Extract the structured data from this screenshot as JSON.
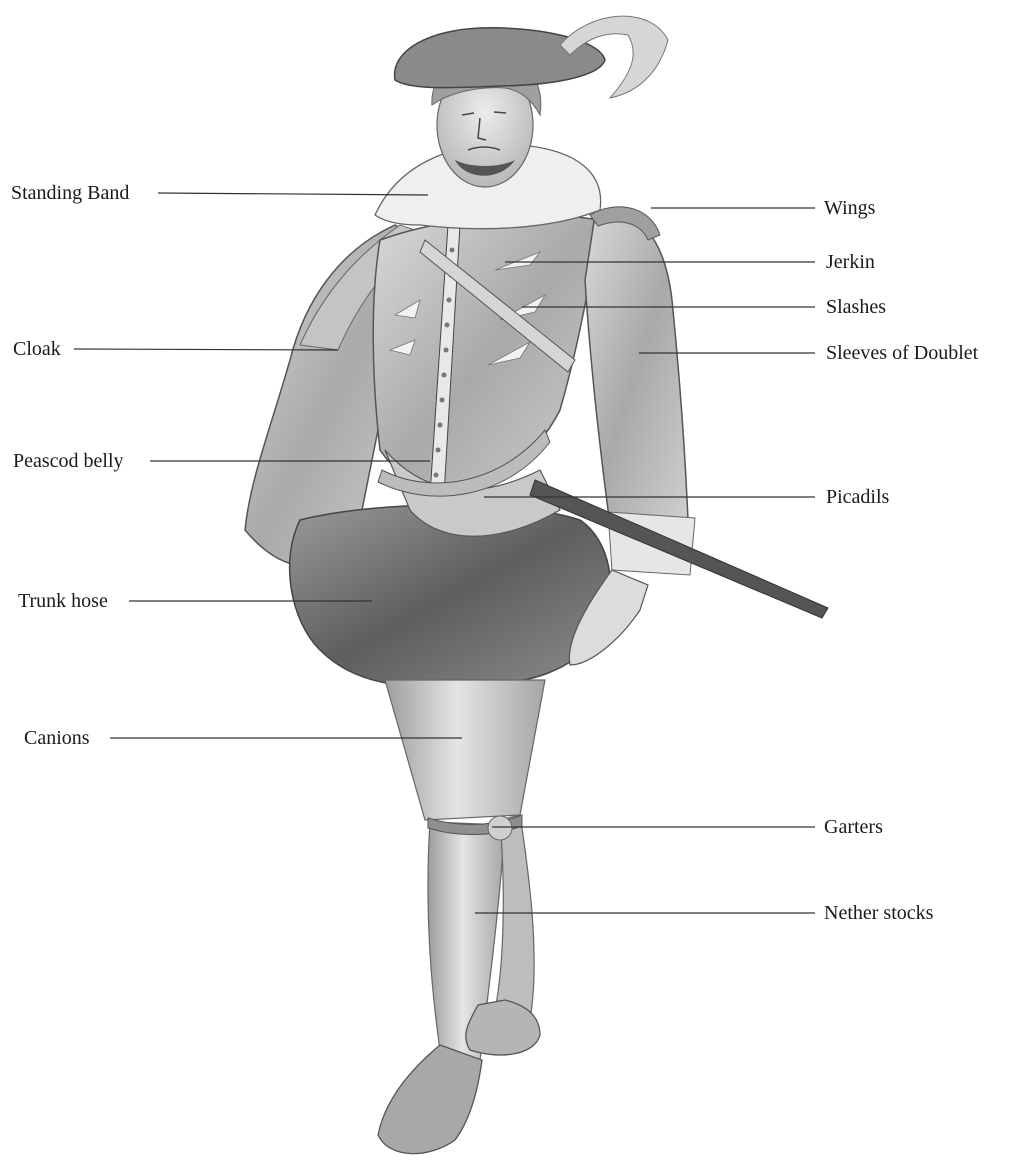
{
  "figure": {
    "subject": "Elizabethan man's costume",
    "colors": {
      "ink": "#1a1a1a",
      "leader": "#333333",
      "background": "#ffffff"
    }
  },
  "labels": {
    "standing_band": "Standing Band",
    "cloak": "Cloak",
    "peascod_belly": "Peascod belly",
    "trunk_hose": "Trunk hose",
    "canions": "Canions",
    "wings": "Wings",
    "jerkin": "Jerkin",
    "slashes": "Slashes",
    "sleeves_of_doublet": "Sleeves of Doublet",
    "picadils": "Picadils",
    "garters": "Garters",
    "nether_stocks": "Nether stocks"
  }
}
